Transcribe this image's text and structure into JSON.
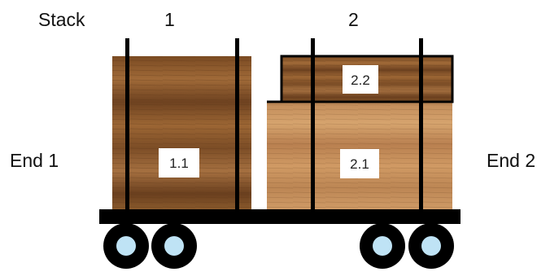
{
  "labels": {
    "stack": "Stack",
    "stack_1": "1",
    "stack_2": "2",
    "end_1": "End 1",
    "end_2": "End 2"
  },
  "crates": [
    {
      "id": "1.1",
      "label": "1.1",
      "stack": "1",
      "level": 1
    },
    {
      "id": "2.1",
      "label": "2.1",
      "stack": "2",
      "level": 1
    },
    {
      "id": "2.2",
      "label": "2.2",
      "stack": "2",
      "level": 2
    }
  ],
  "colors": {
    "wood_dark": "#8a5a2c",
    "wood_light": "#c8945e",
    "frame": "#000000",
    "wheel_hub": "#bfe3f5"
  }
}
